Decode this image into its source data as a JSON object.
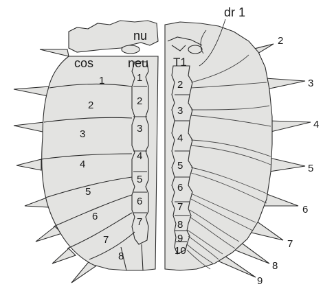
{
  "labels": {
    "nu": "nu",
    "neu": "neu",
    "cos": "cos",
    "t1": "T1",
    "dr1": "dr 1"
  },
  "left_costal_numbers": [
    "1",
    "2",
    "3",
    "4",
    "5",
    "6",
    "7",
    "8"
  ],
  "left_neural_numbers": [
    "1",
    "2",
    "3",
    "4",
    "5",
    "6",
    "7"
  ],
  "right_neural_numbers": [
    "2",
    "3",
    "4",
    "5",
    "6",
    "7",
    "8",
    "9",
    "10"
  ],
  "right_rib_numbers": [
    "2",
    "3",
    "4",
    "5",
    "6",
    "7",
    "8",
    "9"
  ],
  "colors": {
    "bone": "#e3e3e1",
    "outline": "#2a2a2a",
    "background": "#ffffff"
  }
}
